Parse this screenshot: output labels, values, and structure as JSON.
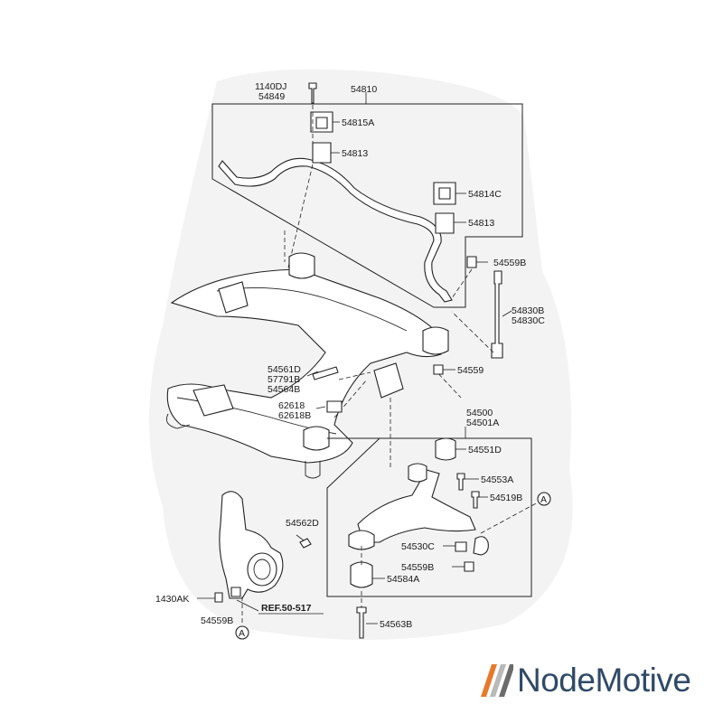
{
  "brand": {
    "name": "NodeMotive",
    "colors": {
      "text": "#2f4a66",
      "stripe_1": "#e8792b",
      "stripe_2": "#b9b9b9",
      "stripe_3": "#6b6b6b"
    }
  },
  "callouts": {
    "p1140dj": "1140DJ",
    "p54849": "54849",
    "p54810": "54810",
    "p54815a": "54815A",
    "p54813_top": "54813",
    "p54814c": "54814C",
    "p54813_right": "54813",
    "p54559b_link": "54559B",
    "p54830b": "54830B",
    "p54830c": "54830C",
    "p54561d": "54561D",
    "p57791b": "57791B",
    "p54564b": "54564B",
    "p54559": "54559",
    "p62618": "62618",
    "p62618b": "62618B",
    "p54500": "54500",
    "p54501a": "54501A",
    "p54551d": "54551D",
    "p54553a": "54553A",
    "p54519b": "54519B",
    "p54562d": "54562D",
    "p54530c": "54530C",
    "p54559b_arm": "54559B",
    "p54584a": "54584A",
    "p1430ak": "1430AK",
    "p54559b_knuckle": "54559B",
    "ref": "REF.50-517",
    "p54563b": "54563B"
  },
  "markers": {
    "a": "A"
  }
}
